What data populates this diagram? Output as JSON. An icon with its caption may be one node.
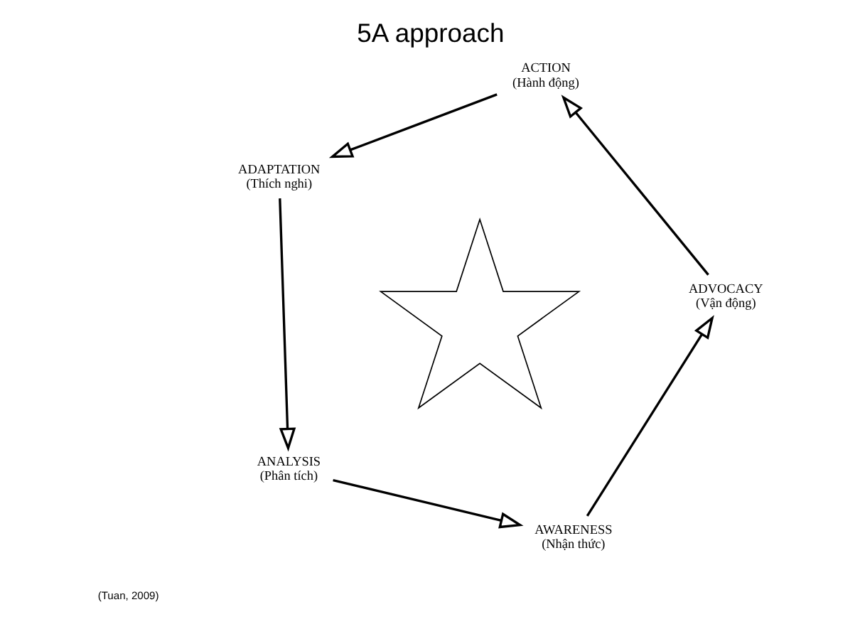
{
  "diagram": {
    "title": "5A approach",
    "nodes": [
      {
        "text": [
          "ANALYSIS",
          "(Phân tích)"
        ]
      },
      {
        "text": [
          "AWARENESS",
          "(Nhận thức)"
        ]
      },
      {
        "text": [
          "ADVOCACY",
          "(Vận động)"
        ]
      },
      {
        "text": [
          "ACTION",
          "(Hành động)"
        ]
      },
      {
        "text": [
          "ADAPTATION",
          "(Thích nghi)"
        ]
      },
      {
        "text": [],
        "shape": "star"
      }
    ],
    "edges": [
      {
        "from": 0,
        "to": 1,
        "arrow": "to"
      },
      {
        "from": 1,
        "to": 2,
        "arrow": "to"
      },
      {
        "from": 2,
        "to": 3,
        "arrow": "to"
      },
      {
        "from": 3,
        "to": 4,
        "arrow": "to"
      },
      {
        "from": 4,
        "to": 0,
        "arrow": "to"
      }
    ],
    "labels": [
      "(Tuan, 2009)"
    ]
  }
}
